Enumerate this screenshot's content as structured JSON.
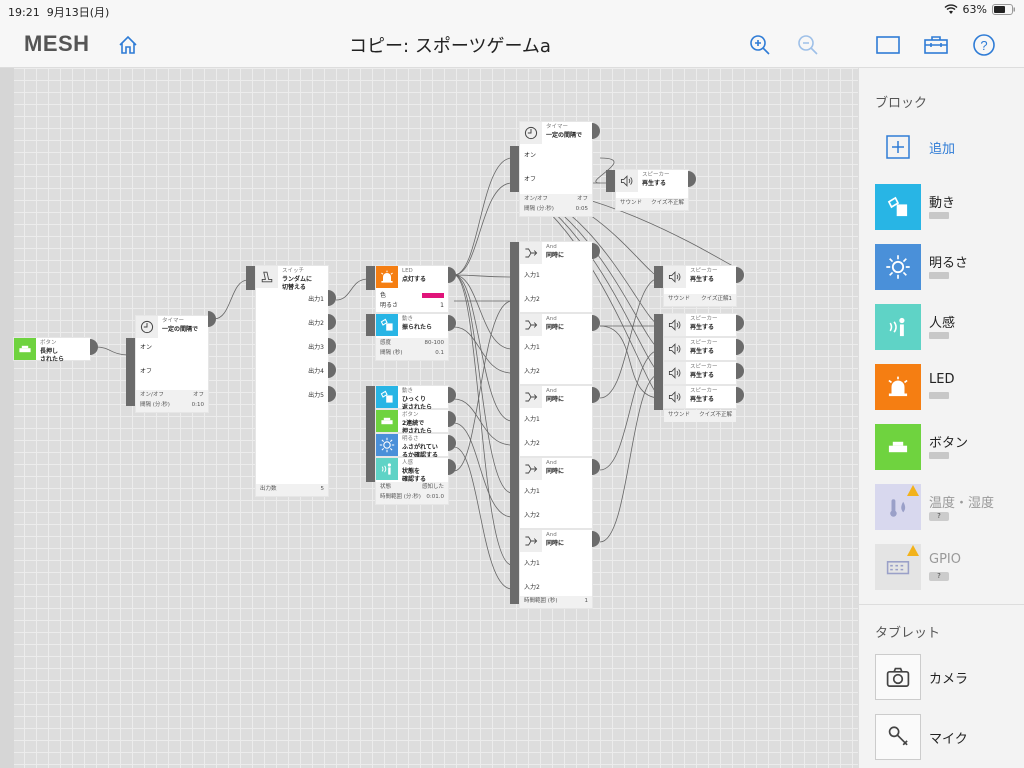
{
  "status": {
    "time": "19:21",
    "date": "9月13日(月)",
    "battery": "63%"
  },
  "header": {
    "logo": "MESH",
    "title": "コピー: スポーツゲームa"
  },
  "colors": {
    "motion": "#28b5e5",
    "brightness": "#4a90d9",
    "human": "#5fd3c6",
    "led": "#f57e12",
    "button": "#6fd33f",
    "connector": "#6b6b6b",
    "magenta": "#e0147a",
    "link": "#2f7cd6"
  },
  "canvas": {
    "button1": {
      "type": "ボタン",
      "name": "長押し\nされたら",
      "icon": "button-icon"
    },
    "timer1": {
      "type": "タイマー",
      "name": "一定の間隔で",
      "in1": "オン",
      "in2": "オフ",
      "p1": "オン/オフ",
      "p1v": "オフ",
      "p2": "間隔 (分:秒)",
      "p2v": "0:10",
      "icon": "clock-icon"
    },
    "switch1": {
      "type": "スイッチ",
      "name": "ランダムに\n切替える",
      "outs": [
        "出力1",
        "出力2",
        "出力3",
        "出力4",
        "出力5"
      ],
      "p1": "出力数",
      "p1v": "5",
      "icon": "switch-icon"
    },
    "led1": {
      "type": "LED",
      "name": "点灯する",
      "p1": "色",
      "p2": "明るさ",
      "p2v": "1",
      "icon": "led-icon"
    },
    "motion1": {
      "type": "動き",
      "name": "振られたら",
      "p1": "感度",
      "p1v": "80-100",
      "p2": "間隔 (秒)",
      "p2v": "0.1",
      "icon": "motion-icon"
    },
    "motion2": {
      "type": "動き",
      "name": "ひっくり\n返されたら",
      "icon": "motion-icon"
    },
    "button2": {
      "type": "ボタン",
      "name": "2連続で\n押されたら",
      "icon": "button-icon"
    },
    "bright1": {
      "type": "明るさ",
      "name": "ふさがれてい\nるか確認する",
      "icon": "brightness-icon"
    },
    "human1": {
      "type": "人感",
      "name": "状態を\n確認する",
      "p1": "状態",
      "p1v": "感知した",
      "p2": "時間範囲 (分:秒)",
      "p2v": "0:01.0",
      "icon": "human-icon"
    },
    "timer2": {
      "type": "タイマー",
      "name": "一定の間隔で",
      "in1": "オン",
      "in2": "オフ",
      "p1": "オン/オフ",
      "p1v": "オフ",
      "p2": "間隔 (分:秒)",
      "p2v": "0:05",
      "icon": "clock-icon"
    },
    "speaker1": {
      "type": "スピーカー",
      "name": "再生する",
      "p1": "サウンド",
      "p1v": "クイズ不正解",
      "icon": "speaker-icon"
    },
    "and": {
      "type": "And",
      "name": "同時に",
      "in1": "入力1",
      "in2": "入力2",
      "p1": "時間範囲 (秒)",
      "p1v": "1",
      "icon": "and-icon"
    },
    "speaker2": {
      "type": "スピーカー",
      "name": "再生する",
      "p1": "サウンド",
      "p1v": "クイズ正解1",
      "icon": "speaker-icon"
    },
    "speakers": [
      {
        "type": "スピーカー",
        "name": "再生する"
      },
      {
        "type": "スピーカー",
        "name": "再生する"
      },
      {
        "type": "スピーカー",
        "name": "再生する"
      },
      {
        "type": "スピーカー",
        "name": "再生する"
      }
    ],
    "speaker_group_param": {
      "p1": "サウンド",
      "p1v": "クイズ不正解"
    }
  },
  "sidebar": {
    "blocks_heading": "ブロック",
    "add_label": "追加",
    "items": [
      {
        "label": "動き",
        "icon": "motion-icon",
        "color": "#28b5e5"
      },
      {
        "label": "明るさ",
        "icon": "brightness-icon",
        "color": "#4a90d9"
      },
      {
        "label": "人感",
        "icon": "human-icon",
        "color": "#5fd3c6"
      },
      {
        "label": "LED",
        "icon": "led-icon",
        "color": "#f57e12"
      },
      {
        "label": "ボタン",
        "icon": "button-icon",
        "color": "#6fd33f"
      },
      {
        "label": "温度・湿度",
        "icon": "thermometer-icon",
        "color": "#d8d8ee",
        "badge": "?"
      },
      {
        "label": "GPIO",
        "icon": "gpio-icon",
        "color": "#e4e4e4",
        "badge": "?"
      }
    ],
    "tablet_heading": "タブレット",
    "tablet_items": [
      {
        "label": "カメラ",
        "icon": "camera-icon"
      },
      {
        "label": "マイク",
        "icon": "microphone-icon"
      }
    ]
  }
}
